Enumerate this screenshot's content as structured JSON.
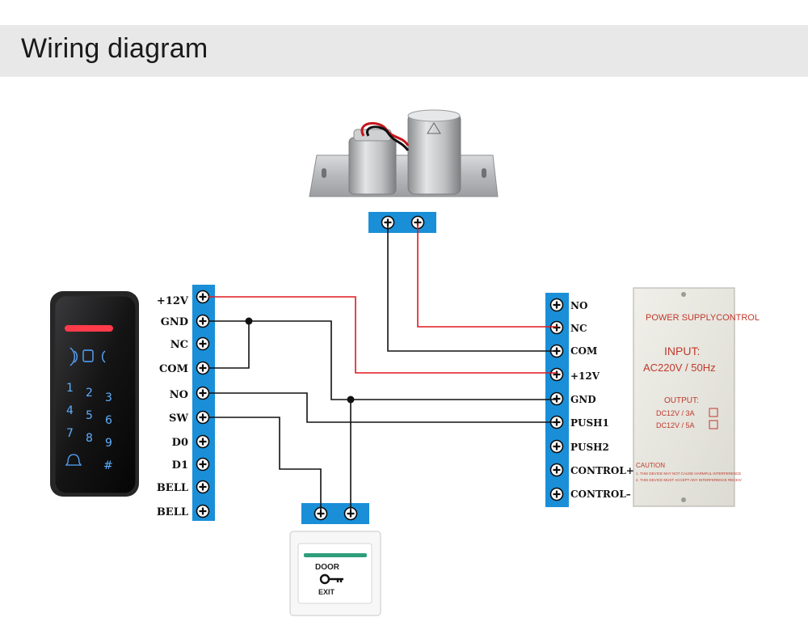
{
  "header": {
    "title": "Wiring diagram"
  },
  "reader_terminals": [
    "+12V",
    "GND",
    "NC",
    "COM",
    "NO",
    "SW",
    "D0",
    "D1",
    "BELL",
    "BELL"
  ],
  "psu_terminals": [
    "NO",
    "NC",
    "COM",
    "+12V",
    "GND",
    "PUSH1",
    "PUSH2",
    "CONTROL+",
    "CONTROL–"
  ],
  "keypad": {
    "digits": [
      "1",
      "2",
      "3",
      "4",
      "5",
      "6",
      "7",
      "8",
      "9",
      "#"
    ]
  },
  "psu": {
    "brand": "POWER SUPPLYCONTROL",
    "input_label": "INPUT:",
    "input_value": "AC220V / 50Hz",
    "output_label": "OUTPUT:",
    "output_1": "DC12V / 3A",
    "output_2": "DC12V / 5A",
    "caution": "CAUTION",
    "caution_line_1": "1. THIS DEVICE MAY NOT CAUSE HARMFUL INTERFERENCE",
    "caution_line_2": "2. THIS DEVICE MUST ACCEPT ANY INTERFERENCE RECEIV"
  },
  "exit_button": {
    "line1": "DOOR",
    "line2": "EXIT"
  },
  "colors": {
    "terminal_blue": "#1a8fd8",
    "wire_red": "#e0191f",
    "wire_black": "#111111",
    "header_bg": "#e8e8e8"
  }
}
